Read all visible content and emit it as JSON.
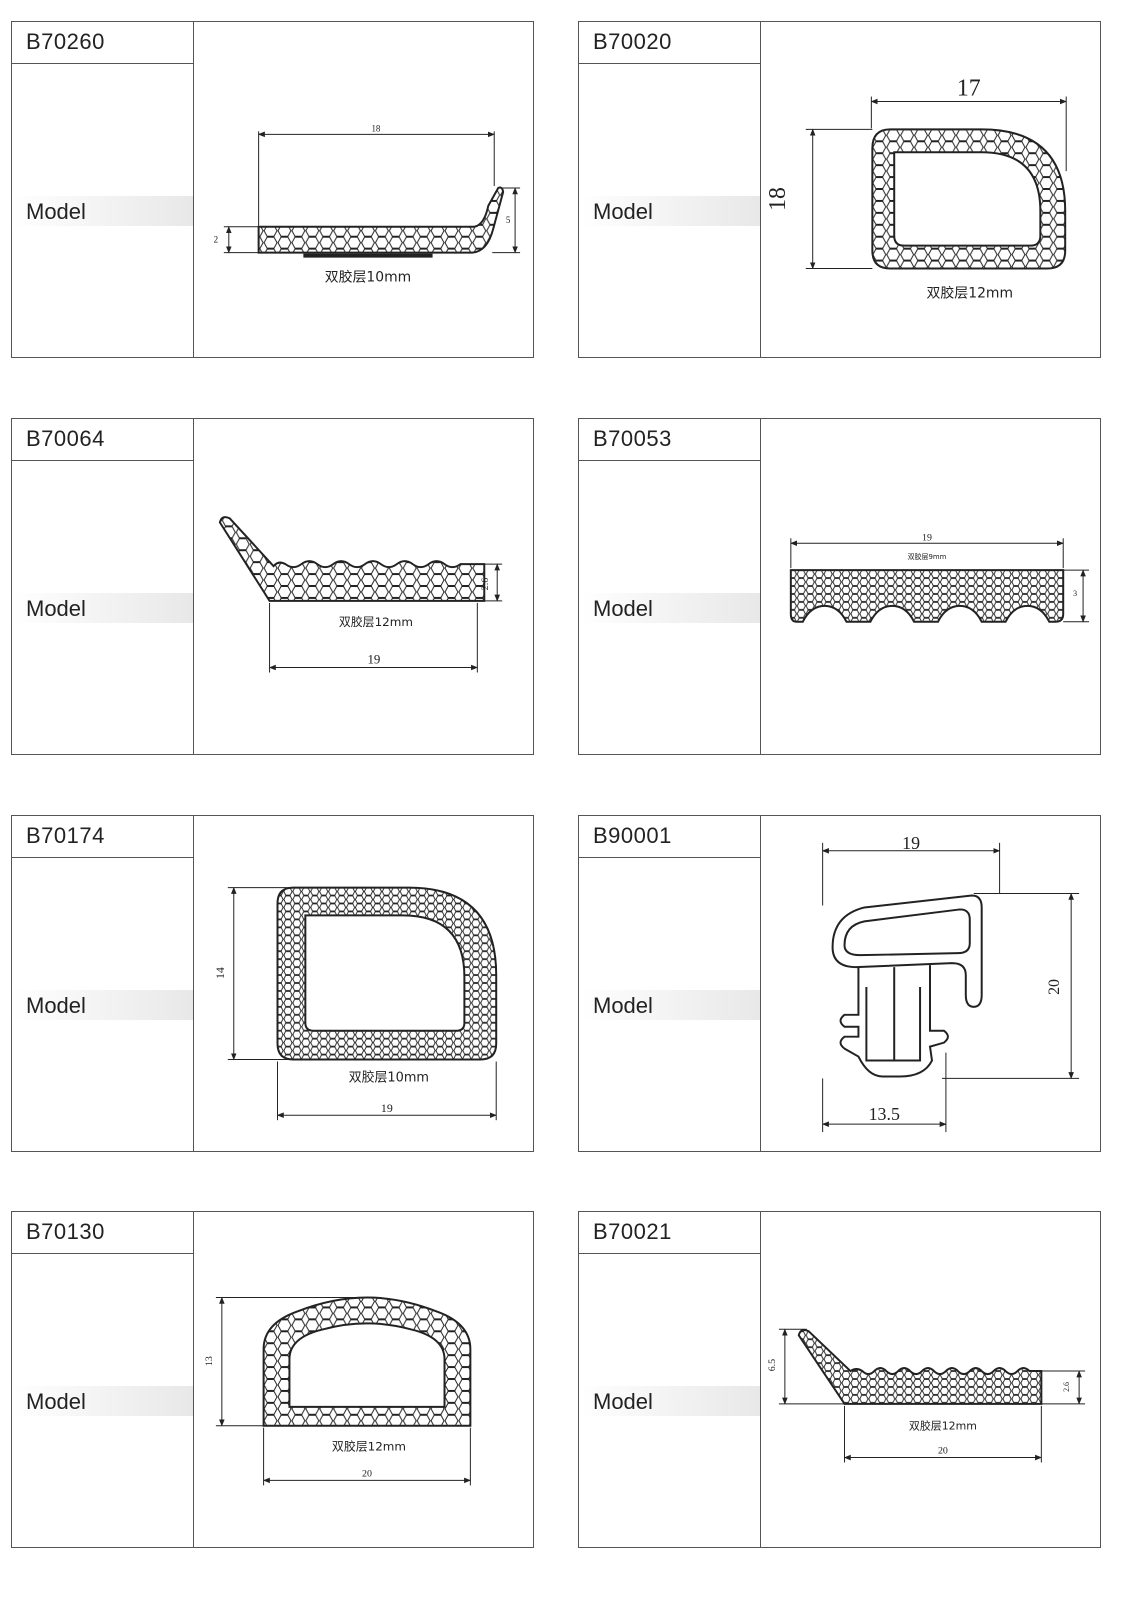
{
  "cards": [
    {
      "code": "B70260",
      "label": "Model",
      "note": "双胶层10mm",
      "dims": [
        "18",
        "2",
        "5"
      ]
    },
    {
      "code": "B70020",
      "label": "Model",
      "note": "双胶层12mm",
      "dims": [
        "17",
        "18"
      ]
    },
    {
      "code": "B70064",
      "label": "Model",
      "note": "双胶层12mm",
      "dims": [
        "19",
        "2.6"
      ]
    },
    {
      "code": "B70053",
      "label": "Model",
      "note": "双胶层9mm",
      "dims": [
        "19",
        "3"
      ]
    },
    {
      "code": "B70174",
      "label": "Model",
      "note": "双胶层10mm",
      "dims": [
        "14",
        "19"
      ]
    },
    {
      "code": "B90001",
      "label": "Model",
      "note": "",
      "dims": [
        "19",
        "20",
        "13.5"
      ]
    },
    {
      "code": "B70130",
      "label": "Model",
      "note": "双胶层12mm",
      "dims": [
        "13",
        "20"
      ]
    },
    {
      "code": "B70021",
      "label": "Model",
      "note": "双胶层12mm",
      "dims": [
        "6.5",
        "2.6",
        "20"
      ]
    }
  ]
}
